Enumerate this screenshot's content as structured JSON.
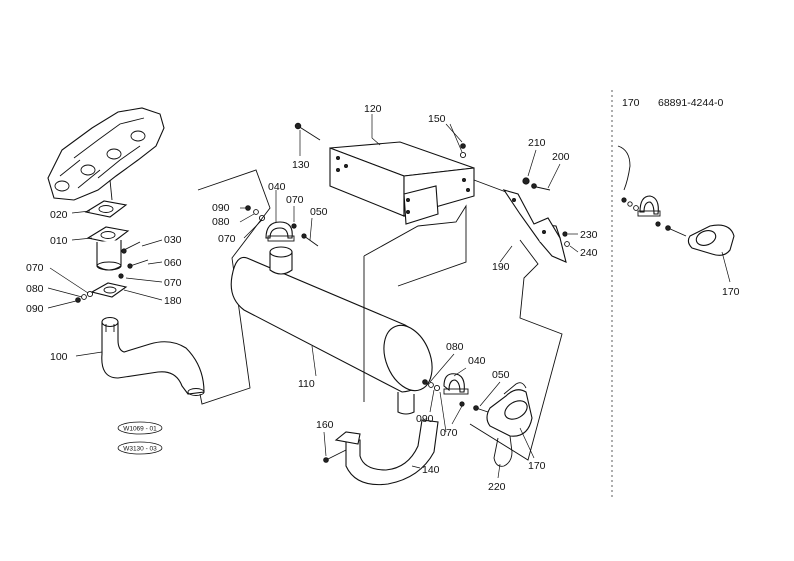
{
  "inset": {
    "ref": "170",
    "part_number": "68891-4244-0"
  },
  "stamps": [
    "W1069 - 01",
    "W3130 - 03"
  ],
  "labels": {
    "l010": "010",
    "l020": "020",
    "l030": "030",
    "l040a": "040",
    "l040b": "040",
    "l050a": "050",
    "l050b": "050",
    "l060": "060",
    "l070a": "070",
    "l070b": "070",
    "l070c": "070",
    "l070d": "070",
    "l070e": "070",
    "l080a": "080",
    "l080b": "080",
    "l080c": "080",
    "l090a": "090",
    "l090b": "090",
    "l090c": "090",
    "l100": "100",
    "l110": "110",
    "l120": "120",
    "l130": "130",
    "l140": "140",
    "l150": "150",
    "l160": "160",
    "l170a": "170",
    "l170b": "170",
    "l180": "180",
    "l190": "190",
    "l200": "200",
    "l210": "210",
    "l220": "220",
    "l230": "230",
    "l240": "240"
  }
}
